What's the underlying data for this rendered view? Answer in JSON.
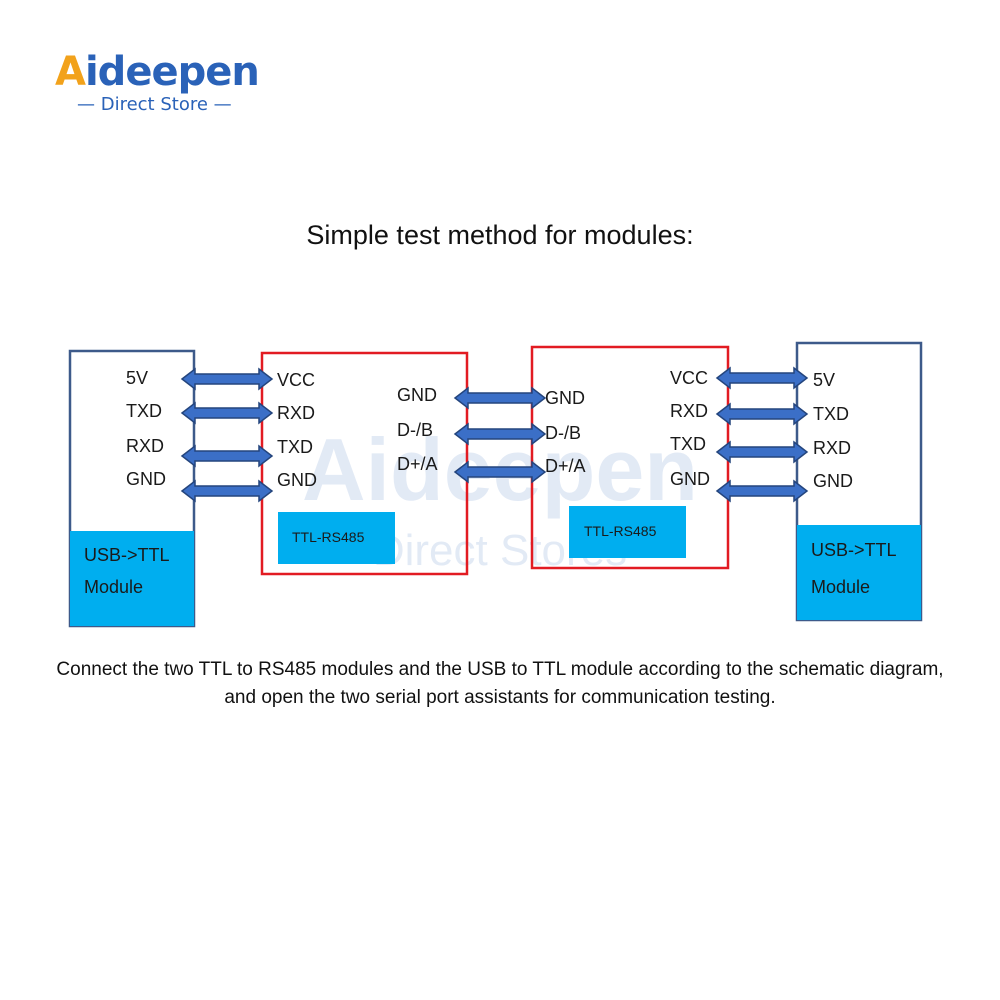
{
  "logo": {
    "brand_first": "A",
    "brand_rest": "ideepen",
    "tagline": "— Direct Store —"
  },
  "title": "Simple test method for modules:",
  "caption": "Connect the two TTL to RS485 modules and the USB to TTL module according to the schematic diagram, and open the two serial port assistants for communication testing.",
  "watermark": {
    "brand": "Aideepen",
    "tagline": "Direct Stores"
  },
  "modules": {
    "usb_left": {
      "pins": [
        "5V",
        "TXD",
        "RXD",
        "GND"
      ],
      "label_line1": "USB->TTL",
      "label_line2": "Module"
    },
    "rs485_left": {
      "left_pins": [
        "VCC",
        "RXD",
        "TXD",
        "GND"
      ],
      "right_pins": [
        "GND",
        "D-/B",
        "D+/A"
      ],
      "label": "TTL-RS485"
    },
    "rs485_right": {
      "left_pins": [
        "GND",
        "D-/B",
        "D+/A"
      ],
      "right_pins": [
        "VCC",
        "RXD",
        "TXD",
        "GND"
      ],
      "label": "TTL-RS485"
    },
    "usb_right": {
      "pins": [
        "5V",
        "TXD",
        "RXD",
        "GND"
      ],
      "label_line1": "USB->TTL",
      "label_line2": "Module"
    }
  },
  "colors": {
    "usb_border": "#3d5a8a",
    "rs485_border": "#e21b22",
    "label_fill": "#00aeef",
    "arrow_fill": "#3b6fc7",
    "arrow_stroke": "#24457d"
  }
}
